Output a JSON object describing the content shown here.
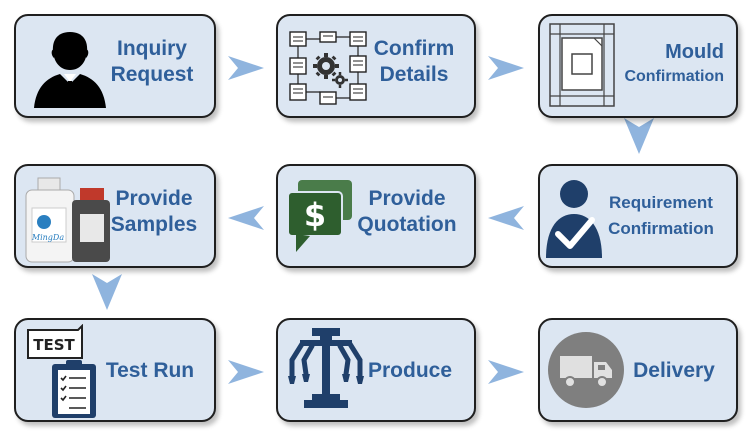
{
  "steps": [
    {
      "line1": "Inquiry",
      "line2": "Request",
      "icon": "businessman-icon"
    },
    {
      "line1": "Confirm",
      "line2": "Details",
      "icon": "flowchart-gear-icon"
    },
    {
      "line1": "Mould",
      "line2": "Confirmation",
      "icon": "chip-icon"
    },
    {
      "line1": "Requirement",
      "line2": "Confirmation",
      "icon": "user-check-icon"
    },
    {
      "line1": "Provide",
      "line2": "Quotation",
      "icon": "dollar-chat-icon"
    },
    {
      "line1": "Provide",
      "line2": "Samples",
      "icon": "bottles-icon"
    },
    {
      "line1": "Test Run",
      "icon": "test-clipboard-icon"
    },
    {
      "line1": "Produce",
      "icon": "robot-arm-icon"
    },
    {
      "line1": "Delivery",
      "icon": "truck-icon"
    }
  ],
  "bottle_brand": "MingDa",
  "test_sign_text": "TEST",
  "colors": {
    "box_fill": "#dce6f2",
    "label": "#2f5f9a",
    "arrow": "#8fb4de",
    "icon_dark": "#1f3f6a"
  }
}
